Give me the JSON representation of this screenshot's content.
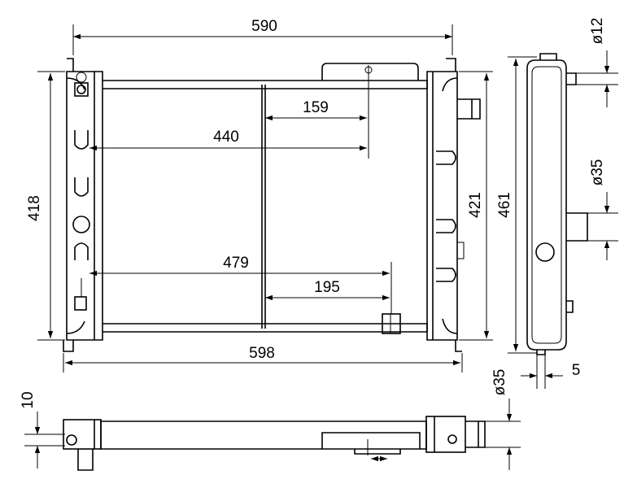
{
  "dimensions": {
    "width_top": "590",
    "width_bottom": "598",
    "height_left": "418",
    "height_inner": "421",
    "height_tank": "461",
    "offset_cap": "159",
    "offset_cap_total": "440",
    "offset_drain_total": "479",
    "offset_drain": "195",
    "pipe_small": "ø12",
    "pipe_upper": "ø35",
    "pipe_lower": "ø35",
    "offset_small": "5",
    "depth_bracket": "10"
  }
}
